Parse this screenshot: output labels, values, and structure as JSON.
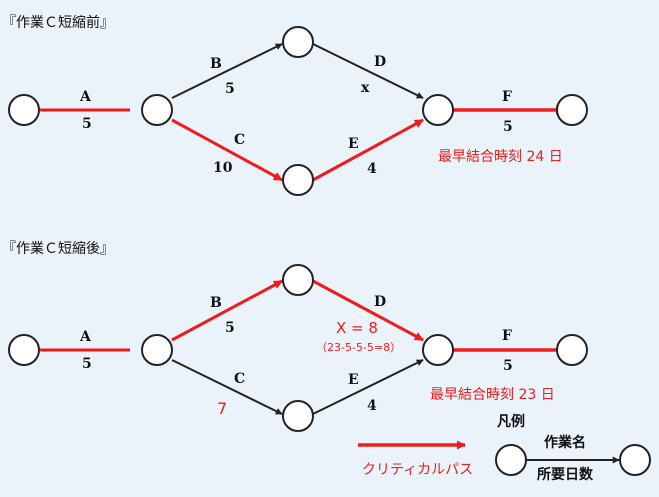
{
  "colors": {
    "background": "#eaf2fa",
    "critical": "#f01c1c",
    "normal": "#222222",
    "node_fill": "#ffffff"
  },
  "before": {
    "title": "『作業Ｃ短縮前』",
    "activities": [
      {
        "name": "A",
        "duration": "5",
        "critical": true
      },
      {
        "name": "B",
        "duration": "5",
        "critical": false
      },
      {
        "name": "C",
        "duration": "10",
        "critical": true
      },
      {
        "name": "D",
        "duration": "x",
        "critical": false
      },
      {
        "name": "E",
        "duration": "4",
        "critical": true
      },
      {
        "name": "F",
        "duration": "5",
        "critical": true
      }
    ],
    "earliest_label": "最早結合時刻 24 日"
  },
  "after": {
    "title": "『作業Ｃ短縮後』",
    "activities": [
      {
        "name": "A",
        "duration": "5",
        "critical": true
      },
      {
        "name": "B",
        "duration": "5",
        "critical": true
      },
      {
        "name": "C",
        "duration": "7",
        "critical": false
      },
      {
        "name": "D",
        "duration": "",
        "critical": true
      },
      {
        "name": "E",
        "duration": "4",
        "critical": false
      },
      {
        "name": "F",
        "duration": "5",
        "critical": true
      }
    ],
    "x_value": "X = 8",
    "x_calc": "（23-5-5-5=8）",
    "earliest_label": "最早結合時刻 23 日"
  },
  "legend": {
    "title": "凡例",
    "critical_path_label": "クリティカルパス",
    "task_name_label": "作業名",
    "duration_label": "所要日数"
  }
}
